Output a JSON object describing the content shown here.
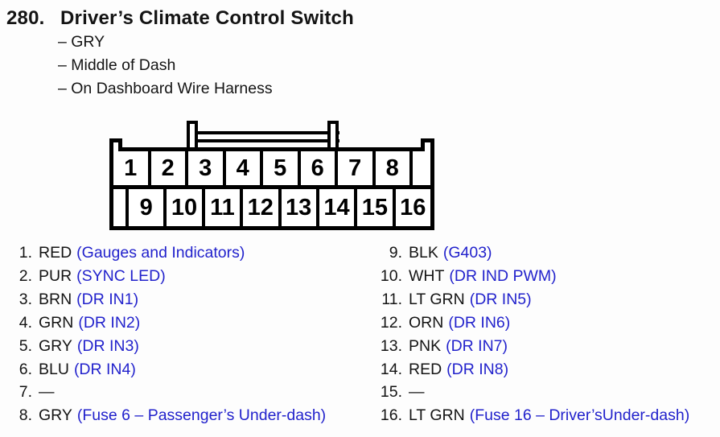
{
  "header": {
    "number": "280.",
    "title": "Driver’s Climate Control Switch",
    "attributes": [
      "– GRY",
      "– Middle of Dash",
      "– On Dashboard Wire Harness"
    ]
  },
  "connector": {
    "top_row": [
      "1",
      "2",
      "3",
      "4",
      "5",
      "6",
      "7",
      "8"
    ],
    "bottom_row": [
      "9",
      "10",
      "11",
      "12",
      "13",
      "14",
      "15",
      "16"
    ]
  },
  "pin_list": {
    "left": [
      {
        "num": "1.",
        "wire": "RED",
        "desc": "(Gauges and Indicators)"
      },
      {
        "num": "2.",
        "wire": "PUR",
        "desc": "(SYNC LED)"
      },
      {
        "num": "3.",
        "wire": "BRN",
        "desc": "(DR IN1)"
      },
      {
        "num": "4.",
        "wire": "GRN",
        "desc": "(DR IN2)"
      },
      {
        "num": "5.",
        "wire": "GRY",
        "desc": "(DR IN3)"
      },
      {
        "num": "6.",
        "wire": "BLU",
        "desc": "(DR IN4)"
      },
      {
        "num": "7.",
        "wire": "—",
        "desc": ""
      },
      {
        "num": "8.",
        "wire": "GRY",
        "desc": "(Fuse 6 – Passenger’s Under-dash)"
      }
    ],
    "right": [
      {
        "num": "9.",
        "wire": "BLK",
        "desc": "(G403)"
      },
      {
        "num": "10.",
        "wire": "WHT",
        "desc": "(DR IND PWM)"
      },
      {
        "num": "11.",
        "wire": "LT GRN",
        "desc": "(DR IN5)"
      },
      {
        "num": "12.",
        "wire": "ORN",
        "desc": "(DR IN6)"
      },
      {
        "num": "13.",
        "wire": "PNK",
        "desc": "(DR IN7)"
      },
      {
        "num": "14.",
        "wire": "RED",
        "desc": "(DR IN8)"
      },
      {
        "num": "15.",
        "wire": "—",
        "desc": ""
      },
      {
        "num": "16.",
        "wire": "LT GRN",
        "desc": "(Fuse 16 – Driver’sUnder-dash)"
      }
    ]
  },
  "colors": {
    "text": "#141414",
    "link_blue": "#2222cc",
    "diagram_line": "#000000",
    "background": "#fdfdfd"
  }
}
